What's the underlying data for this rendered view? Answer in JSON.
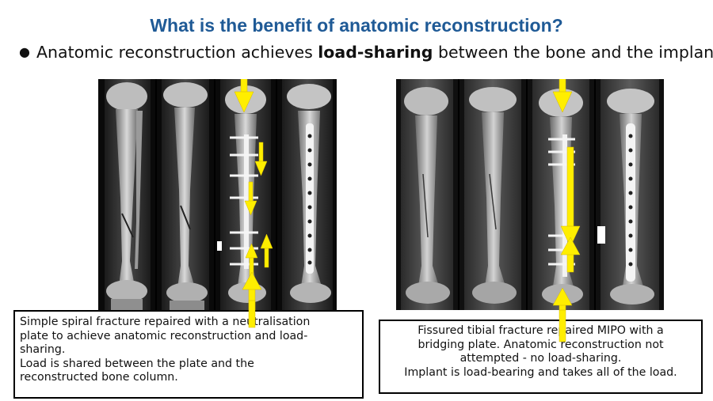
{
  "slide": {
    "title": "What is the benefit of anatomic reconstruction?",
    "bullet": {
      "before": "Anatomic reconstruction achieves ",
      "emphasis": "load-sharing",
      "after": " between the bone and the implant"
    }
  },
  "figures": {
    "left": {
      "panels": 4,
      "arrow_color": "#ffee00"
    },
    "right": {
      "panels": 4,
      "arrow_color": "#ffee00"
    }
  },
  "captions": {
    "left": {
      "lines": [
        "Simple spiral fracture repaired with a neutralisation",
        "plate to achieve anatomic reconstruction and load-",
        "sharing.",
        "Load is shared between the plate and the",
        "reconstructed bone column."
      ]
    },
    "right": {
      "lines": [
        "Fissured tibial fracture repaired MIPO with a",
        "bridging plate. Anatomic reconstruction not",
        "attempted - no load-sharing.",
        "Implant is load-bearing and takes all of the load."
      ]
    }
  }
}
